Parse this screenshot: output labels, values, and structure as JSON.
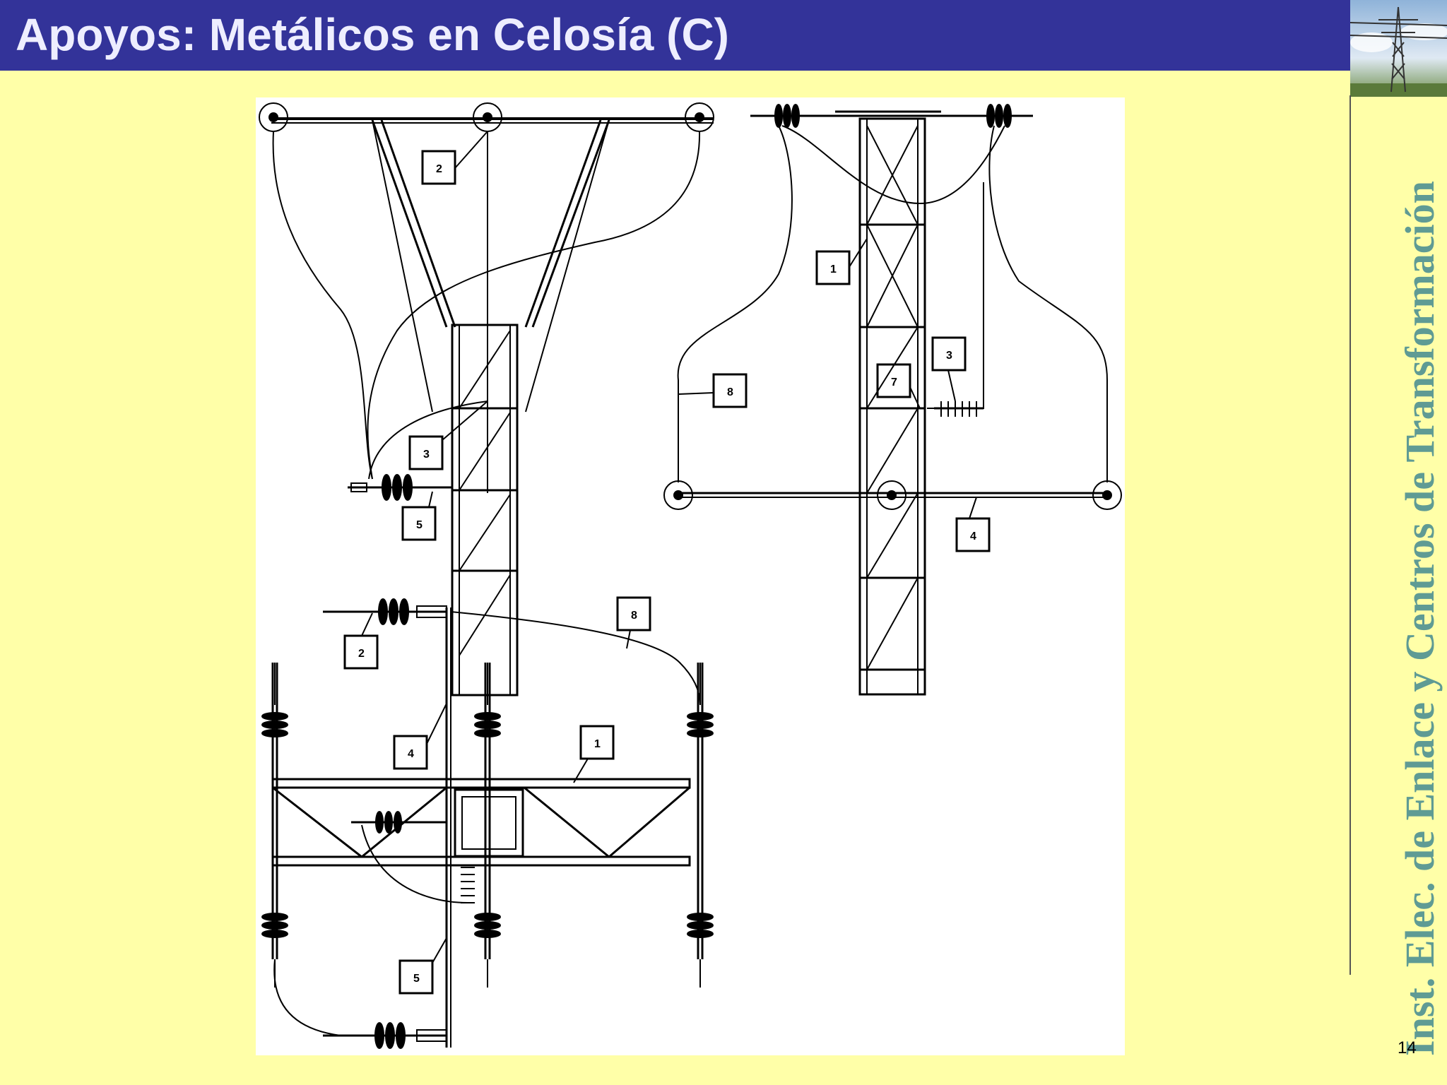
{
  "slide": {
    "title": "Apoyos: Metálicos en Celosía (C)",
    "side_title": "Inst. Elec. de Enlace y Centros de Transformación",
    "page_number": "14"
  },
  "figure": {
    "callouts": {
      "top_left": [
        "2",
        "3",
        "5"
      ],
      "top_right": [
        "1",
        "8",
        "7",
        "3",
        "4"
      ],
      "bottom": [
        "2",
        "8",
        "4",
        "1",
        "5"
      ]
    }
  },
  "colors": {
    "title_bar": "#333399",
    "background": "#ffffa8",
    "side_title": "#5f9b94"
  }
}
